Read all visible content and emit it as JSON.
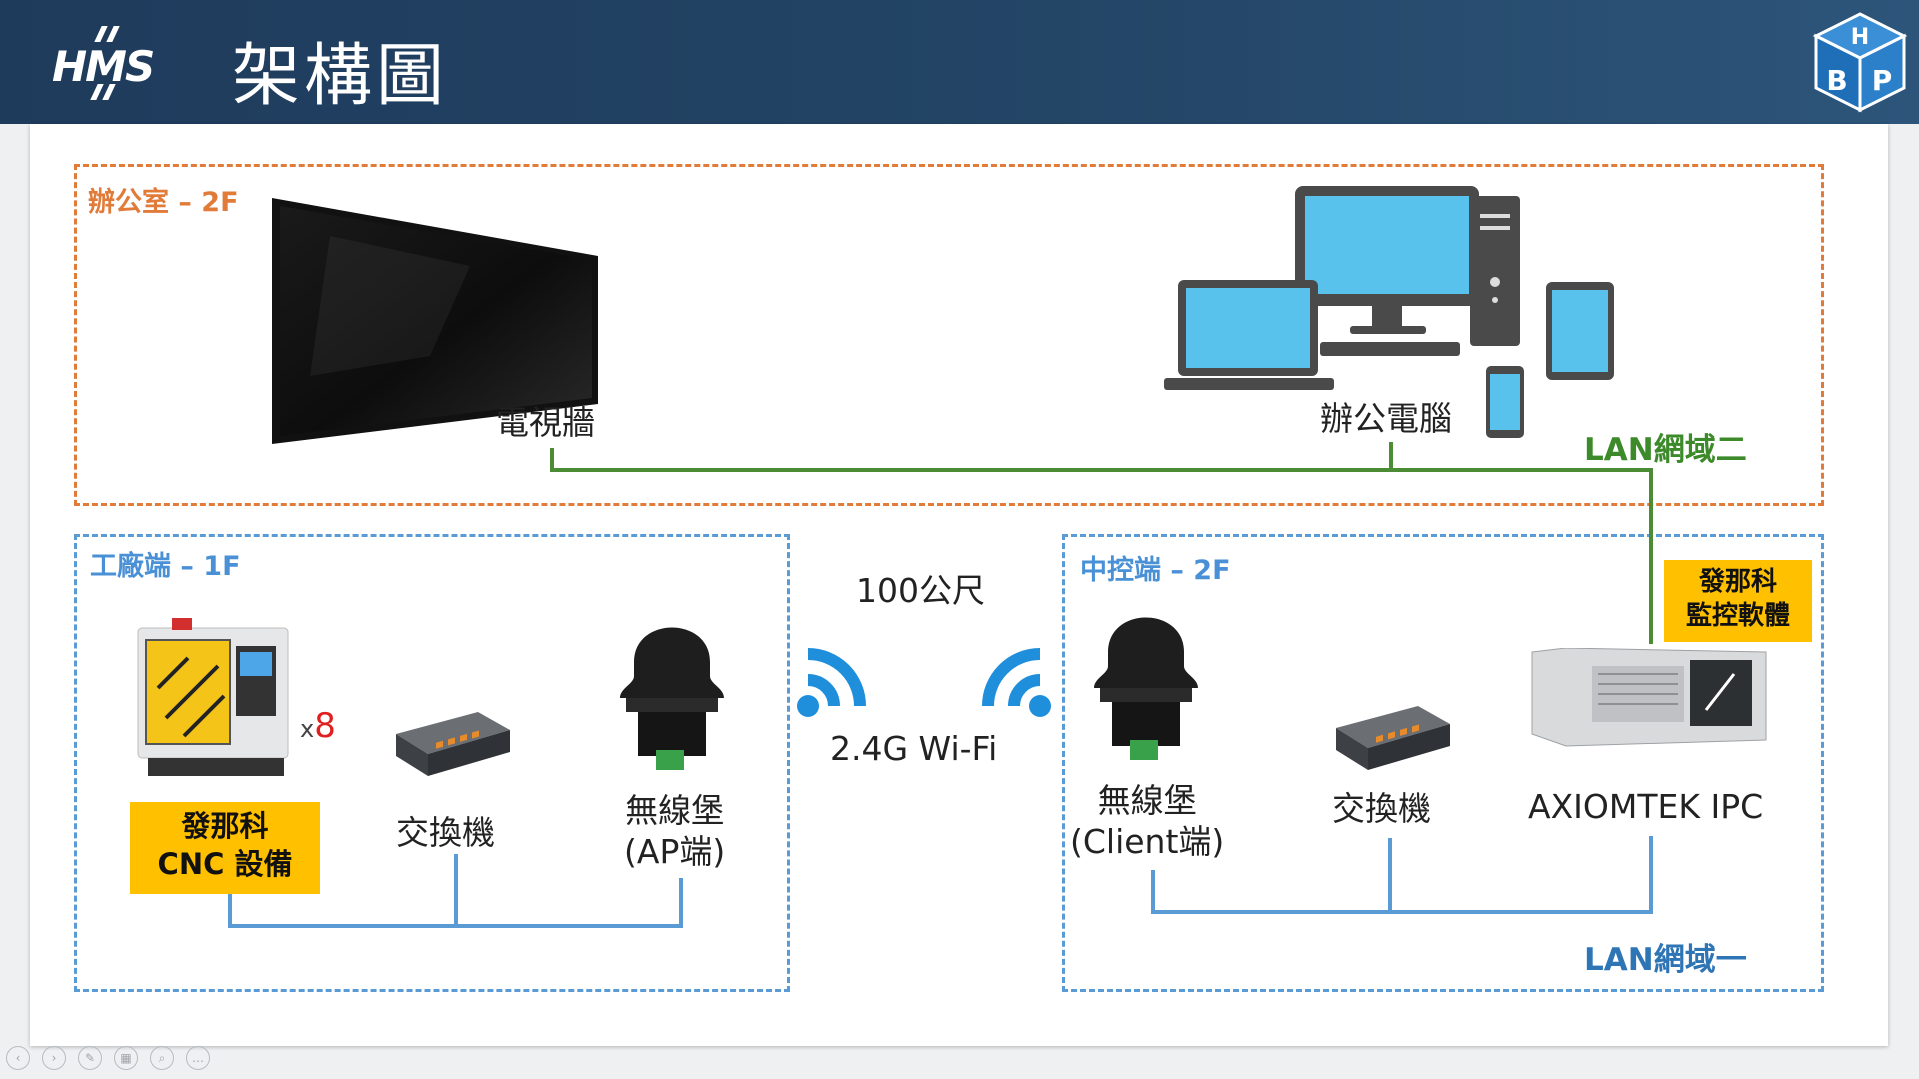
{
  "header": {
    "title": "架構圖",
    "logo_text": "HMS",
    "badge_letters": "HBP"
  },
  "regions": {
    "office": "辦公室 – 2F",
    "factory": "工廠端 – 1F",
    "control": "中控端 – 2F"
  },
  "devices": {
    "video_wall": "電視牆",
    "office_pc": "辦公電腦",
    "cnc_count": "8",
    "cnc_label_line1": "發那科",
    "cnc_label_line2": "CNC 設備",
    "switch_factory": "交換機",
    "ap_line1": "無線堡",
    "ap_line2": "(AP端)",
    "client_line1": "無線堡",
    "client_line2": "(Client端)",
    "switch_control": "交換機",
    "ipc": "AXIOMTEK IPC",
    "software_line1": "發那科",
    "software_line2": "監控軟體"
  },
  "wireless": {
    "distance": "100公尺",
    "band": "2.4G Wi-Fi"
  },
  "networks": {
    "lan2": "LAN網域二",
    "lan1": "LAN網域一"
  },
  "colors": {
    "header_bg": "#1f3b5c",
    "office_border": "#e07b39",
    "factory_border": "#5b9bd5",
    "lan2_line": "#4b8c35",
    "lan1_line": "#5b9bd5",
    "highlight_box": "#ffc000",
    "wifi_icon": "#1f8fdc",
    "count_red": "#e02020"
  },
  "nav_icons": [
    "back-icon",
    "forward-icon",
    "pen-icon",
    "slides-icon",
    "zoom-icon",
    "more-icon"
  ]
}
